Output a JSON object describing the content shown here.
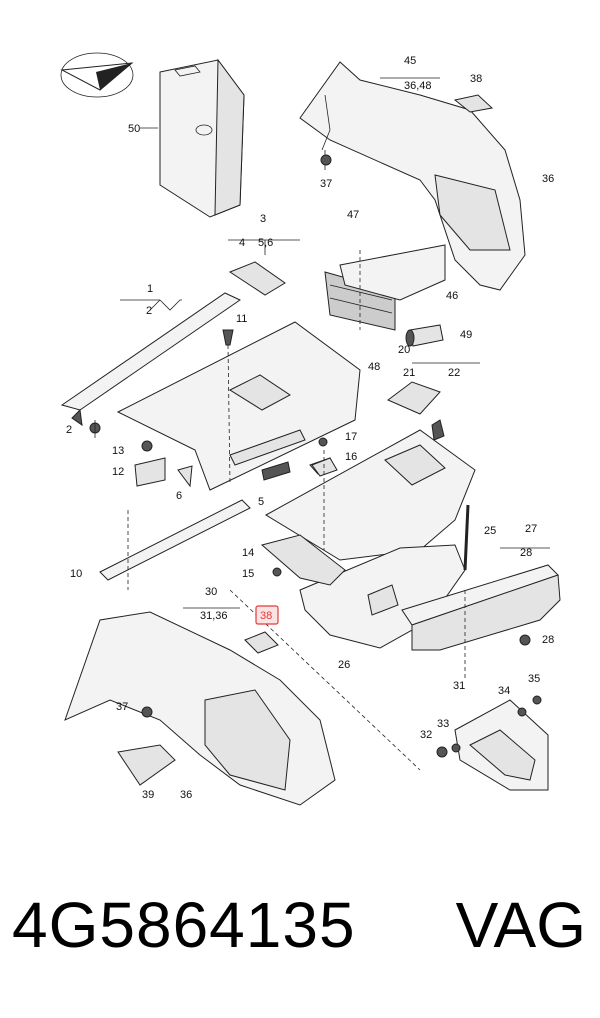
{
  "callouts": {
    "c1": "1",
    "c2a": "2",
    "c2b": "2",
    "c3": "3",
    "c3sub": "5,6",
    "c4": "4",
    "c5": "5",
    "c6": "6",
    "c10": "10",
    "c11": "11",
    "c12": "12",
    "c13": "13",
    "c14": "14",
    "c15": "15",
    "c16": "16",
    "c17": "17",
    "c20": "20",
    "c21": "21",
    "c22": "22",
    "c25": "25",
    "c26": "26",
    "c27": "27",
    "c28a": "28",
    "c28b": "28",
    "c30": "30",
    "c30sub": "31,36",
    "c31": "31",
    "c32": "32",
    "c33": "33",
    "c34": "34",
    "c35": "35",
    "c36a": "36",
    "c36b": "36",
    "c37a": "37",
    "c37b": "37",
    "c38a": "38",
    "c38b": "38",
    "c39": "39",
    "c45": "45",
    "c45sub": "36,48",
    "c46": "46",
    "c47": "47",
    "c48": "48",
    "c49": "49",
    "c50": "50"
  },
  "highlight_color": "#e23b3b",
  "footer": {
    "part_number": "4G5864135",
    "brand": "VAG"
  }
}
